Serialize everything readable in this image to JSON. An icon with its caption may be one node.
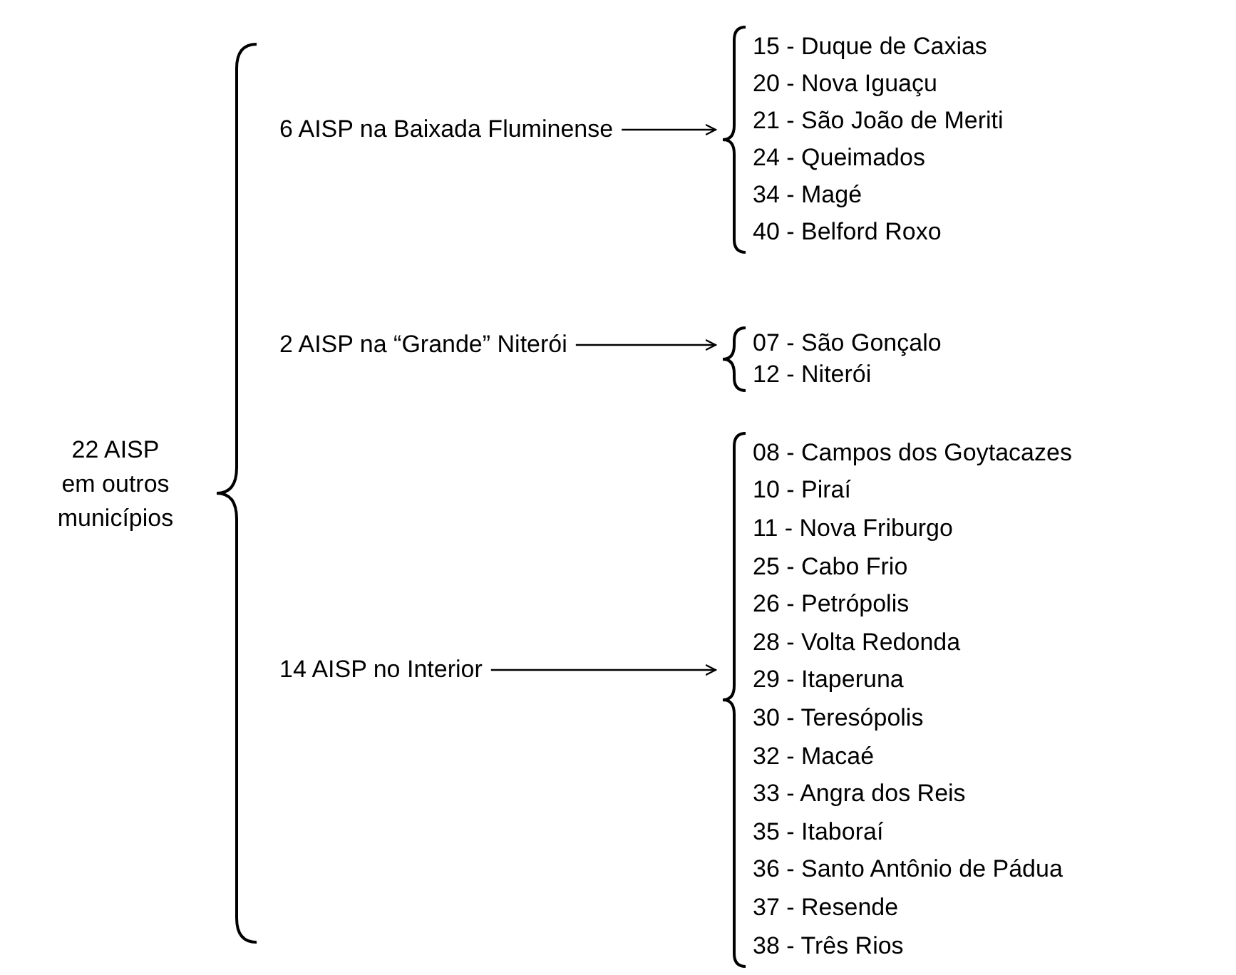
{
  "diagram": {
    "nodes": [
      {
        "text": [
          "22 AISP em outros municípios"
        ]
      },
      {
        "text": [
          "6 AISP na Baixada Fluminense"
        ]
      },
      {
        "text": [
          "15 - Duque de Caxias",
          "20 - Nova Iguaçu",
          "21 - São João de Meriti",
          "24 - Queimados",
          "34 - Magé",
          "40 - Belford Roxo"
        ]
      },
      {
        "text": [
          "2 AISP na “Grande” Niterói"
        ]
      },
      {
        "text": [
          "07 - São Gonçalo",
          "12 - Niterói"
        ]
      },
      {
        "text": [
          "14 AISP no Interior"
        ]
      },
      {
        "text": [
          "08 - Campos dos Goytacazes",
          "10 - Piraí",
          "11 - Nova Friburgo",
          "25 - Cabo Frio",
          "26 - Petrópolis",
          "28 - Volta Redonda",
          "29 - Itaperuna",
          "30 - Teresópolis",
          "32 - Macaé",
          "33 - Angra dos Reis",
          "35 - Itaboraí",
          "36 - Santo Antônio de Pádua",
          "37 - Resende",
          "38 - Três Rios"
        ]
      }
    ],
    "edges": [
      {
        "from": 1,
        "to": 2,
        "arrow": "to"
      },
      {
        "from": 3,
        "to": 4,
        "arrow": "to"
      },
      {
        "from": 5,
        "to": 6,
        "arrow": "to"
      }
    ]
  }
}
